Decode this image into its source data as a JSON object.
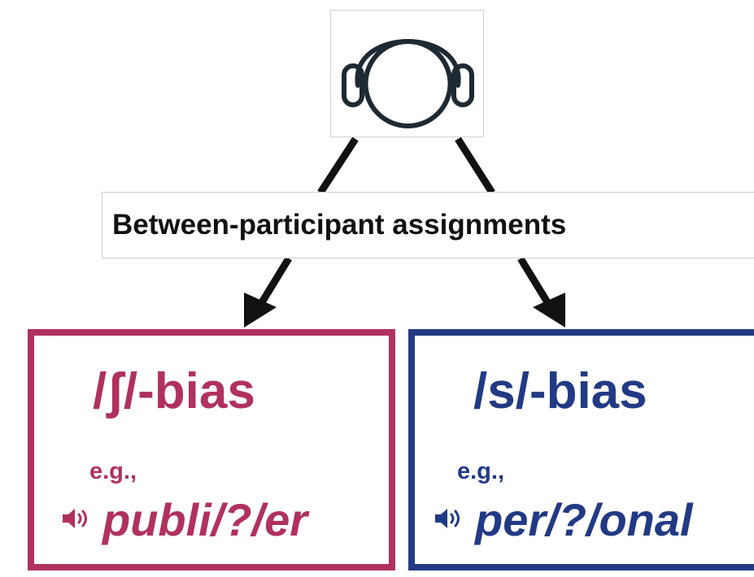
{
  "assignment_label": "Between-participant assignments",
  "colors": {
    "sh_bias": "#b0315f",
    "s_bias": "#223a85",
    "arrow": "#111111"
  },
  "conditions": [
    {
      "title": "/ʃ/-bias",
      "eg": "e.g.,",
      "word": "publi/?/er",
      "icon": "speaker-icon"
    },
    {
      "title": "/s/-bias",
      "eg": "e.g.,",
      "word": "per/?/onal",
      "icon": "speaker-icon"
    }
  ],
  "icons": {
    "top": "headphones-icon"
  }
}
